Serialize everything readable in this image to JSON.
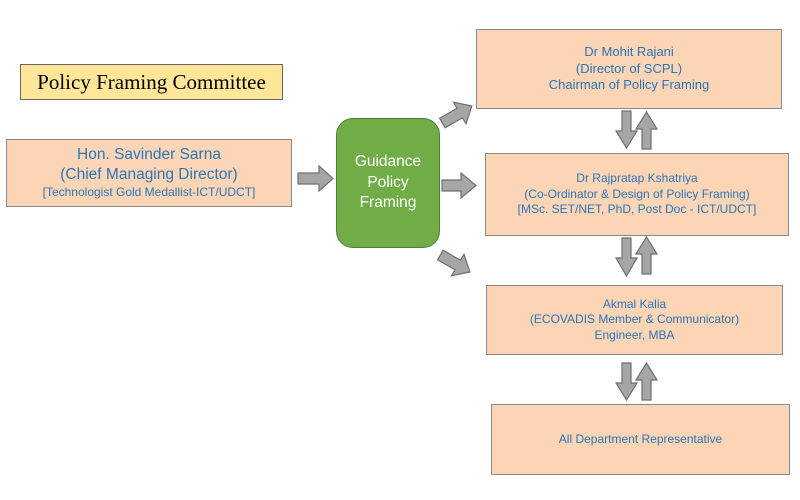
{
  "title": "Policy Framing Committee",
  "left_person": {
    "lines": [
      "Hon. Savinder Sarna",
      "(Chief Managing Director)",
      "[Technologist Gold Medallist-ICT/UDCT]"
    ]
  },
  "guidance": {
    "lines": [
      "Guidance",
      "Policy",
      "Framing"
    ]
  },
  "right_boxes": [
    {
      "lines": [
        "Dr Mohit Rajani",
        "(Director of SCPL)",
        "Chairman of Policy Framing"
      ]
    },
    {
      "lines": [
        "Dr Rajpratap Kshatriya",
        "(Co-Ordinator & Design of Policy Framing)",
        "[MSc. SET/NET, PhD, Post Doc - ICT/UDCT]"
      ]
    },
    {
      "lines": [
        "Akmal Kalia",
        "(ECOVADIS Member & Communicator)",
        "Engineer, MBA"
      ]
    },
    {
      "lines": [
        "All Department Representative"
      ]
    }
  ],
  "colors": {
    "box_fill": "#fbd5b5",
    "title_fill": "#ffe699",
    "guidance_fill": "#70ad47",
    "text_blue": "#2e75b6",
    "arrow_fill": "#a6a6a6"
  }
}
